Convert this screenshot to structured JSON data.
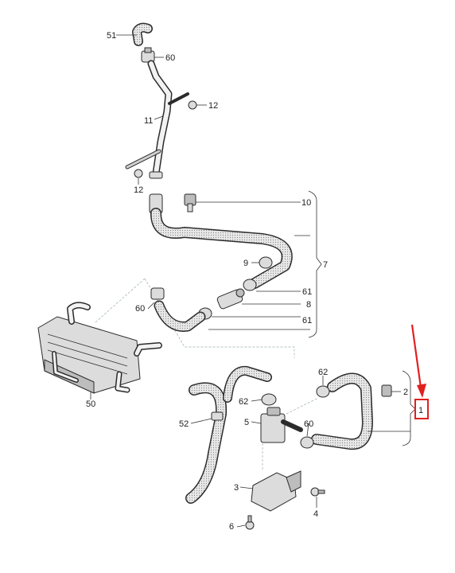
{
  "labels": {
    "n51": "51",
    "n60a": "60",
    "n12a": "12",
    "n11": "11",
    "n12b": "12",
    "n10": "10",
    "n7": "7",
    "n9": "9",
    "n61a": "61",
    "n60b": "60",
    "n8": "8",
    "n61b": "61",
    "n50": "50",
    "n62a": "62",
    "n2": "2",
    "n1": "1",
    "n62b": "62",
    "n52": "52",
    "n5": "5",
    "n60c": "60",
    "n3": "3",
    "n4": "4",
    "n6": "6"
  },
  "colors": {
    "hose_fill": "#e4e4e4",
    "line": "#2b2b2b",
    "highlight": "#e0201f"
  }
}
